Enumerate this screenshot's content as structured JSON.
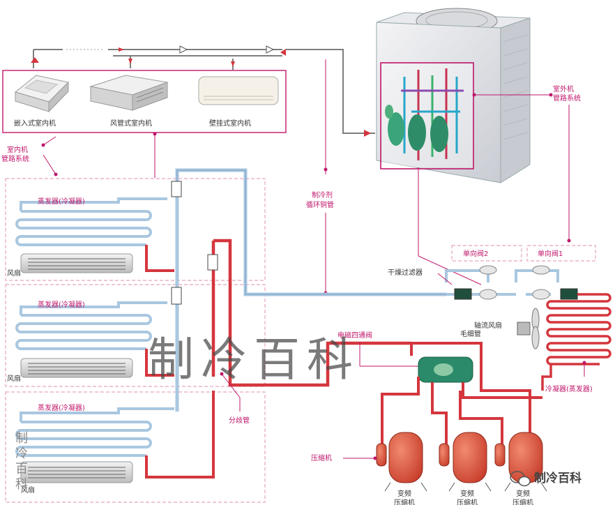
{
  "indoor_units": {
    "cassette": "嵌入式室内机",
    "duct": "风管式室内机",
    "wall": "壁挂式室内机"
  },
  "labels": {
    "indoor_piping": [
      "室内机",
      "管路系统"
    ],
    "outdoor_piping": [
      "室外机",
      "管路系统"
    ],
    "copper_pipe": [
      "制冷剂",
      "循环铜管"
    ],
    "evaporator": "蒸发器(冷凝器)",
    "fan": "风扇",
    "check_valve_2": "单向阀2",
    "check_valve_1": "单向阀1",
    "drier_filter": "干燥过滤器",
    "solenoid_valve": "电磁四通阀",
    "capillary": "毛细管",
    "axial_fan": "轴流风扇",
    "condenser": "冷凝器(蒸发器)",
    "distributor": "分歧管",
    "compressor": "压缩机",
    "inverter_compressor": [
      "变频",
      "压缩机"
    ]
  },
  "watermark": "制冷百科",
  "logo_text": "制冷百科",
  "side_watermark": [
    "制",
    "冷",
    "百",
    "科"
  ],
  "colors": {
    "label_pink": "#c0166a",
    "blue_pipe": "#a9c7e0",
    "red_pipe": "#d4363d",
    "compressor": "#e0553f",
    "dashed_box": "#e6a3c2"
  }
}
